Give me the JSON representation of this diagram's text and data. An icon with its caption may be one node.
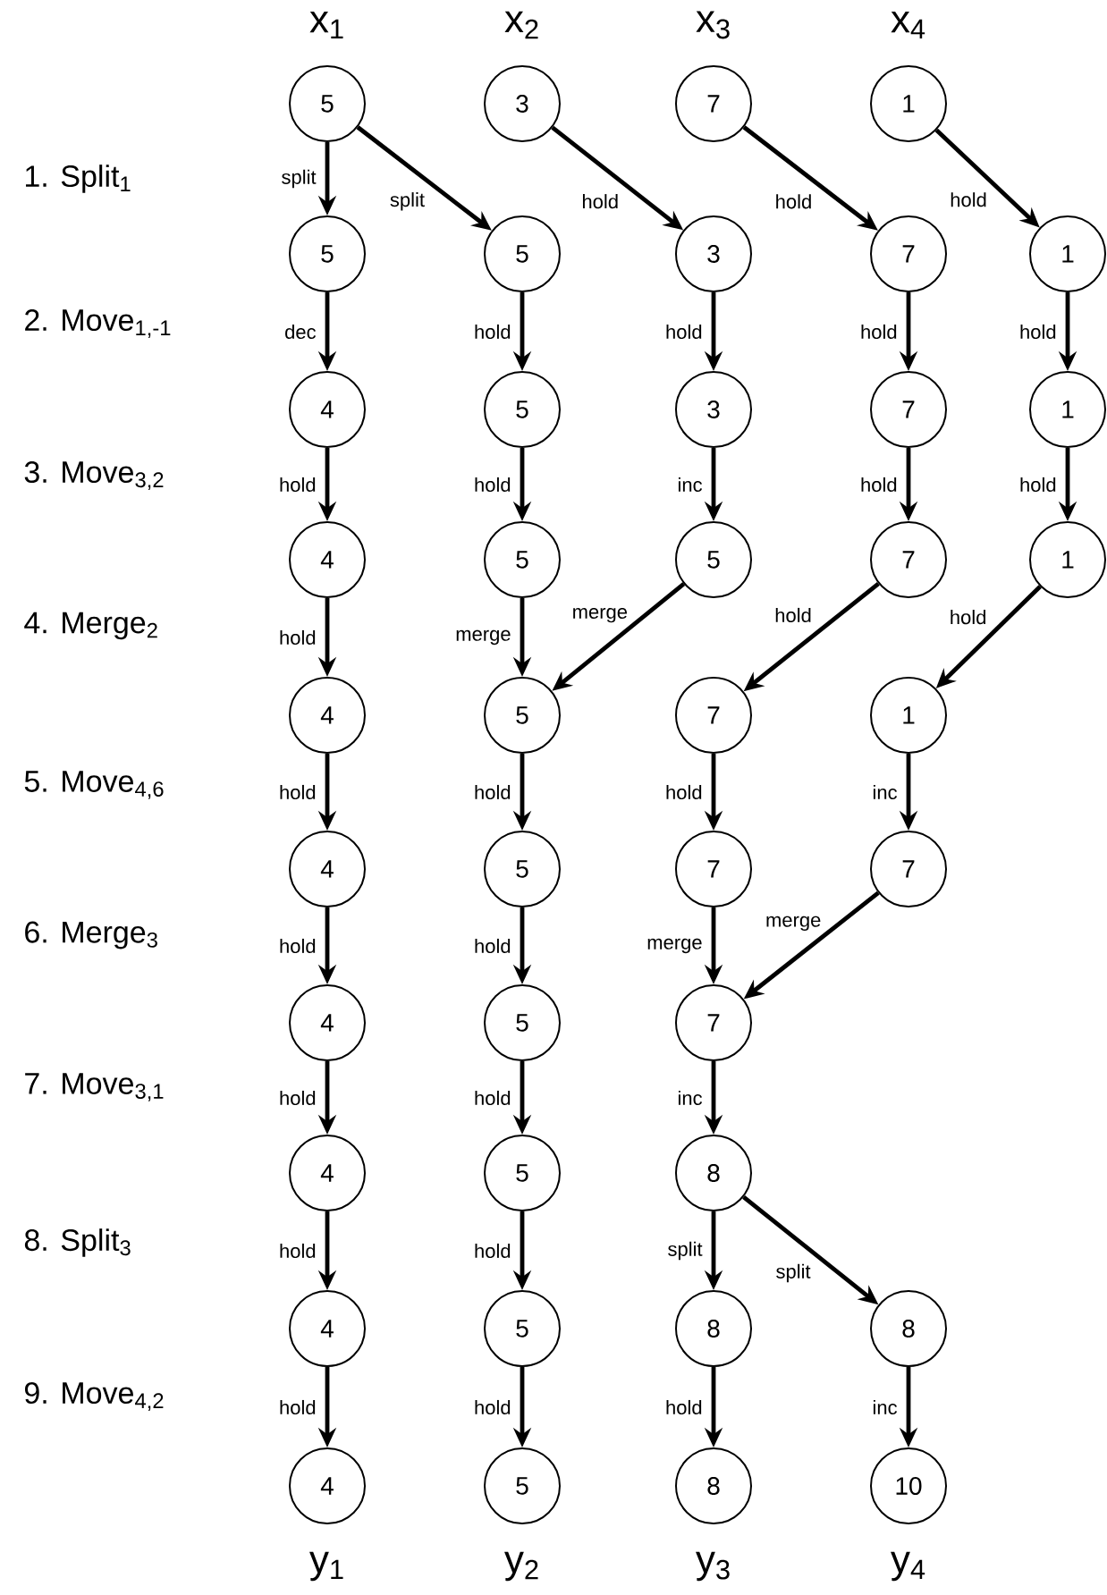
{
  "diagram": {
    "nodes": [
      {
        "text": [
          "5"
        ]
      },
      {
        "text": [
          "3"
        ]
      },
      {
        "text": [
          "7"
        ]
      },
      {
        "text": [
          "1"
        ]
      },
      {
        "text": [
          "5"
        ]
      },
      {
        "text": [
          "5"
        ]
      },
      {
        "text": [
          "3"
        ]
      },
      {
        "text": [
          "7"
        ]
      },
      {
        "text": [
          "1"
        ]
      },
      {
        "text": [
          "4"
        ]
      },
      {
        "text": [
          "5"
        ]
      },
      {
        "text": [
          "3"
        ]
      },
      {
        "text": [
          "7"
        ]
      },
      {
        "text": [
          "1"
        ]
      },
      {
        "text": [
          "4"
        ]
      },
      {
        "text": [
          "5"
        ]
      },
      {
        "text": [
          "5"
        ]
      },
      {
        "text": [
          "7"
        ]
      },
      {
        "text": [
          "1"
        ]
      },
      {
        "text": [
          "4"
        ]
      },
      {
        "text": [
          "5"
        ]
      },
      {
        "text": [
          "7"
        ]
      },
      {
        "text": [
          "1"
        ]
      },
      {
        "text": [
          "4"
        ]
      },
      {
        "text": [
          "5"
        ]
      },
      {
        "text": [
          "7"
        ]
      },
      {
        "text": [
          "7"
        ]
      },
      {
        "text": [
          "4"
        ]
      },
      {
        "text": [
          "5"
        ]
      },
      {
        "text": [
          "7"
        ]
      },
      {
        "text": [
          "4"
        ]
      },
      {
        "text": [
          "5"
        ]
      },
      {
        "text": [
          "8"
        ]
      },
      {
        "text": [
          "4"
        ]
      },
      {
        "text": [
          "5"
        ]
      },
      {
        "text": [
          "8"
        ]
      },
      {
        "text": [
          "8"
        ]
      },
      {
        "text": [
          "4"
        ]
      },
      {
        "text": [
          "5"
        ]
      },
      {
        "text": [
          "8"
        ]
      },
      {
        "text": [
          "10"
        ]
      }
    ],
    "edges": [
      {
        "from": 0,
        "to": 4,
        "arrow": "to",
        "label": "split"
      },
      {
        "from": 0,
        "to": 5,
        "arrow": "to",
        "label": "split"
      },
      {
        "from": 1,
        "to": 6,
        "arrow": "to",
        "label": "hold"
      },
      {
        "from": 2,
        "to": 7,
        "arrow": "to",
        "label": "hold"
      },
      {
        "from": 3,
        "to": 8,
        "arrow": "to",
        "label": "hold"
      },
      {
        "from": 4,
        "to": 9,
        "arrow": "to",
        "label": "dec"
      },
      {
        "from": 5,
        "to": 10,
        "arrow": "to",
        "label": "hold"
      },
      {
        "from": 6,
        "to": 11,
        "arrow": "to",
        "label": "hold"
      },
      {
        "from": 7,
        "to": 12,
        "arrow": "to",
        "label": "hold"
      },
      {
        "from": 8,
        "to": 13,
        "arrow": "to",
        "label": "hold"
      },
      {
        "from": 9,
        "to": 14,
        "arrow": "to",
        "label": "hold"
      },
      {
        "from": 10,
        "to": 15,
        "arrow": "to",
        "label": "hold"
      },
      {
        "from": 11,
        "to": 16,
        "arrow": "to",
        "label": "inc"
      },
      {
        "from": 12,
        "to": 17,
        "arrow": "to",
        "label": "hold"
      },
      {
        "from": 13,
        "to": 18,
        "arrow": "to",
        "label": "hold"
      },
      {
        "from": 14,
        "to": 19,
        "arrow": "to",
        "label": "hold"
      },
      {
        "from": 15,
        "to": 20,
        "arrow": "to",
        "label": "merge"
      },
      {
        "from": 16,
        "to": 20,
        "arrow": "to",
        "label": "merge"
      },
      {
        "from": 17,
        "to": 21,
        "arrow": "to",
        "label": "hold"
      },
      {
        "from": 18,
        "to": 22,
        "arrow": "to",
        "label": "hold"
      },
      {
        "from": 19,
        "to": 23,
        "arrow": "to",
        "label": "hold"
      },
      {
        "from": 20,
        "to": 24,
        "arrow": "to",
        "label": "hold"
      },
      {
        "from": 21,
        "to": 25,
        "arrow": "to",
        "label": "hold"
      },
      {
        "from": 22,
        "to": 26,
        "arrow": "to",
        "label": "inc"
      },
      {
        "from": 23,
        "to": 27,
        "arrow": "to",
        "label": "hold"
      },
      {
        "from": 24,
        "to": 28,
        "arrow": "to",
        "label": "hold"
      },
      {
        "from": 25,
        "to": 29,
        "arrow": "to",
        "label": "merge"
      },
      {
        "from": 26,
        "to": 29,
        "arrow": "to",
        "label": "merge"
      },
      {
        "from": 27,
        "to": 30,
        "arrow": "to",
        "label": "hold"
      },
      {
        "from": 28,
        "to": 31,
        "arrow": "to",
        "label": "hold"
      },
      {
        "from": 29,
        "to": 32,
        "arrow": "to",
        "label": "inc"
      },
      {
        "from": 30,
        "to": 33,
        "arrow": "to",
        "label": "hold"
      },
      {
        "from": 31,
        "to": 34,
        "arrow": "to",
        "label": "hold"
      },
      {
        "from": 32,
        "to": 35,
        "arrow": "to",
        "label": "split"
      },
      {
        "from": 32,
        "to": 36,
        "arrow": "to",
        "label": "split"
      },
      {
        "from": 33,
        "to": 37,
        "arrow": "to",
        "label": "hold"
      },
      {
        "from": 34,
        "to": 38,
        "arrow": "to",
        "label": "hold"
      },
      {
        "from": 35,
        "to": 39,
        "arrow": "to",
        "label": "hold"
      },
      {
        "from": 36,
        "to": 40,
        "arrow": "to",
        "label": "inc"
      }
    ],
    "labels": [
      "x$_{1}$",
      "x$_{2}$",
      "x$_{3}$",
      "x$_{4}$",
      "1. Split$_{1}$",
      "2. Move$_{1,-1}$",
      "3. Move$_{3,2}$",
      "4. Merge$_{2}$",
      "5. Move$_{4,6}$",
      "6. Merge$_{3}$",
      "7. Move$_{3,1}$",
      "8. Split$_{3}$",
      "9. Move$_{4,2}$",
      "y$_{1}$",
      "y$_{2}$",
      "y$_{3}$",
      "y$_{4}$"
    ]
  }
}
